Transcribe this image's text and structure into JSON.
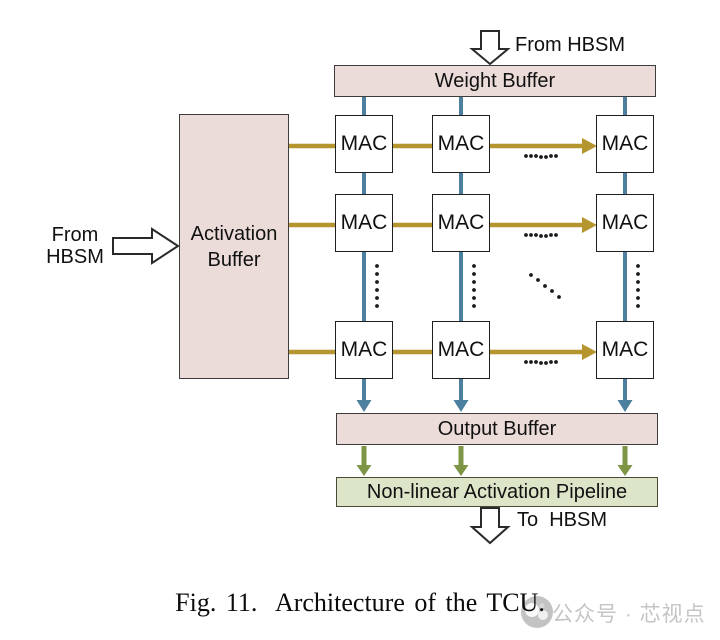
{
  "figure": {
    "labels": {
      "weight_buffer": "Weight Buffer",
      "activation_buffer_line1": "Activation",
      "activation_buffer_line2": "Buffer",
      "output_buffer": "Output Buffer",
      "pipeline": "Non-linear Activation Pipeline",
      "mac": "MAC",
      "from_hbsm_top": "From HBSM",
      "from_hbsm_left_line1": "From",
      "from_hbsm_left_line2": "HBSM",
      "to_hbsm": "To  HBSM"
    },
    "grid": {
      "rows": 3,
      "cols": 3,
      "unit": "MAC",
      "ellipsis_note": "dotted ellipses indicate repeated MAC rows and columns"
    },
    "colors": {
      "buffer_fill": "#ebdcd9",
      "pipeline_fill": "#dde5c8",
      "weight_path_blue": "#4d7f9e",
      "activation_path_yellow": "#b5952e",
      "output_path_green": "#7e9546",
      "box_border": "#3d3d3d",
      "watermark_gray": "#c5c5c5"
    }
  },
  "caption": "Fig. 11.  Architecture of the TCU.",
  "watermark": {
    "text": "公众号 · 芯视点"
  }
}
